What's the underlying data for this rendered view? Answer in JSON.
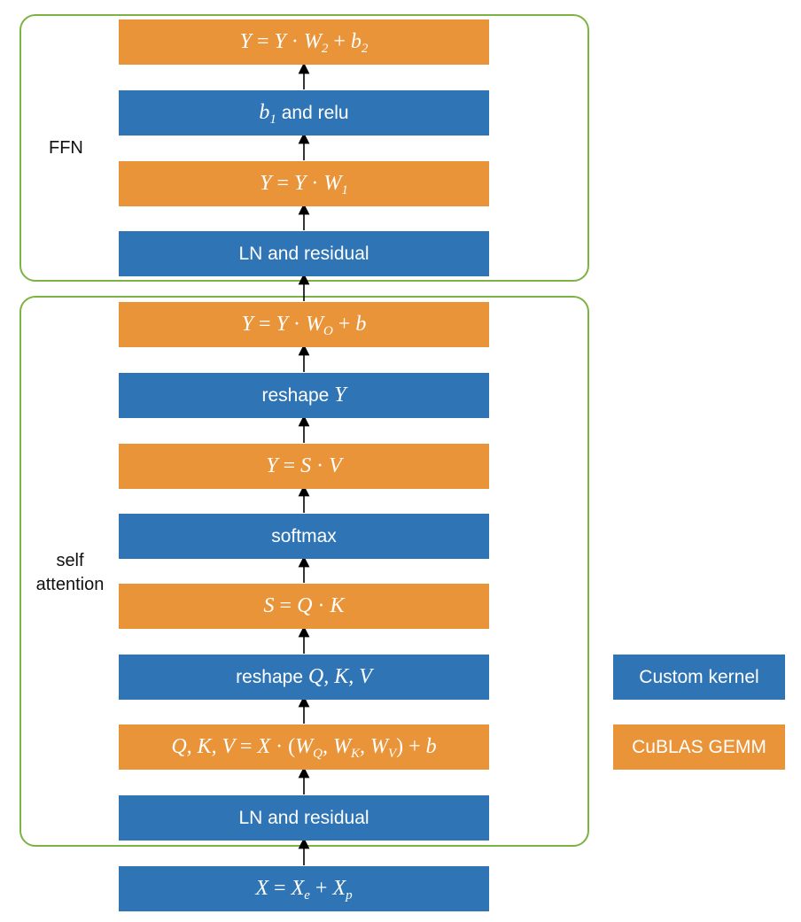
{
  "colors": {
    "custom_kernel": "#2f75b6",
    "cublas_gemm": "#ea9439",
    "group_border": "#7cb342",
    "arrow": "#000000"
  },
  "groups": {
    "ffn_label": "FFN",
    "self_attention_label_line1": "self",
    "self_attention_label_line2": "attention"
  },
  "legend": {
    "custom_kernel": "Custom kernel",
    "cublas_gemm": "CuBLAS GEMM"
  },
  "steps": {
    "ffn_w2": {
      "kind": "cublas_gemm",
      "text": "Y = Y · W2 + b2"
    },
    "ffn_b1_relu": {
      "kind": "custom_kernel",
      "b": "b",
      "b_sub": "1",
      "text_rest": "and relu"
    },
    "ffn_w1": {
      "kind": "cublas_gemm",
      "text": "Y = Y · W1"
    },
    "ffn_ln": {
      "kind": "custom_kernel",
      "text": "LN and residual"
    },
    "attn_wo": {
      "kind": "cublas_gemm",
      "text": "Y = Y · WO + b"
    },
    "attn_reshape_y": {
      "kind": "custom_kernel",
      "prefix": "reshape",
      "var": "Y"
    },
    "attn_sv": {
      "kind": "cublas_gemm",
      "text": "Y = S · V"
    },
    "attn_softmax": {
      "kind": "custom_kernel",
      "text": "softmax"
    },
    "attn_qk": {
      "kind": "cublas_gemm",
      "text": "S = Q · K"
    },
    "attn_reshape_qkv": {
      "kind": "custom_kernel",
      "prefix": "reshape",
      "vars": "Q, K, V"
    },
    "attn_qkv_proj": {
      "kind": "cublas_gemm",
      "text": "Q, K, V = X · (WQ, WK, WV) + b"
    },
    "attn_ln": {
      "kind": "custom_kernel",
      "text": "LN and residual"
    },
    "input": {
      "kind": "custom_kernel",
      "text": "X = Xe + Xp"
    }
  }
}
